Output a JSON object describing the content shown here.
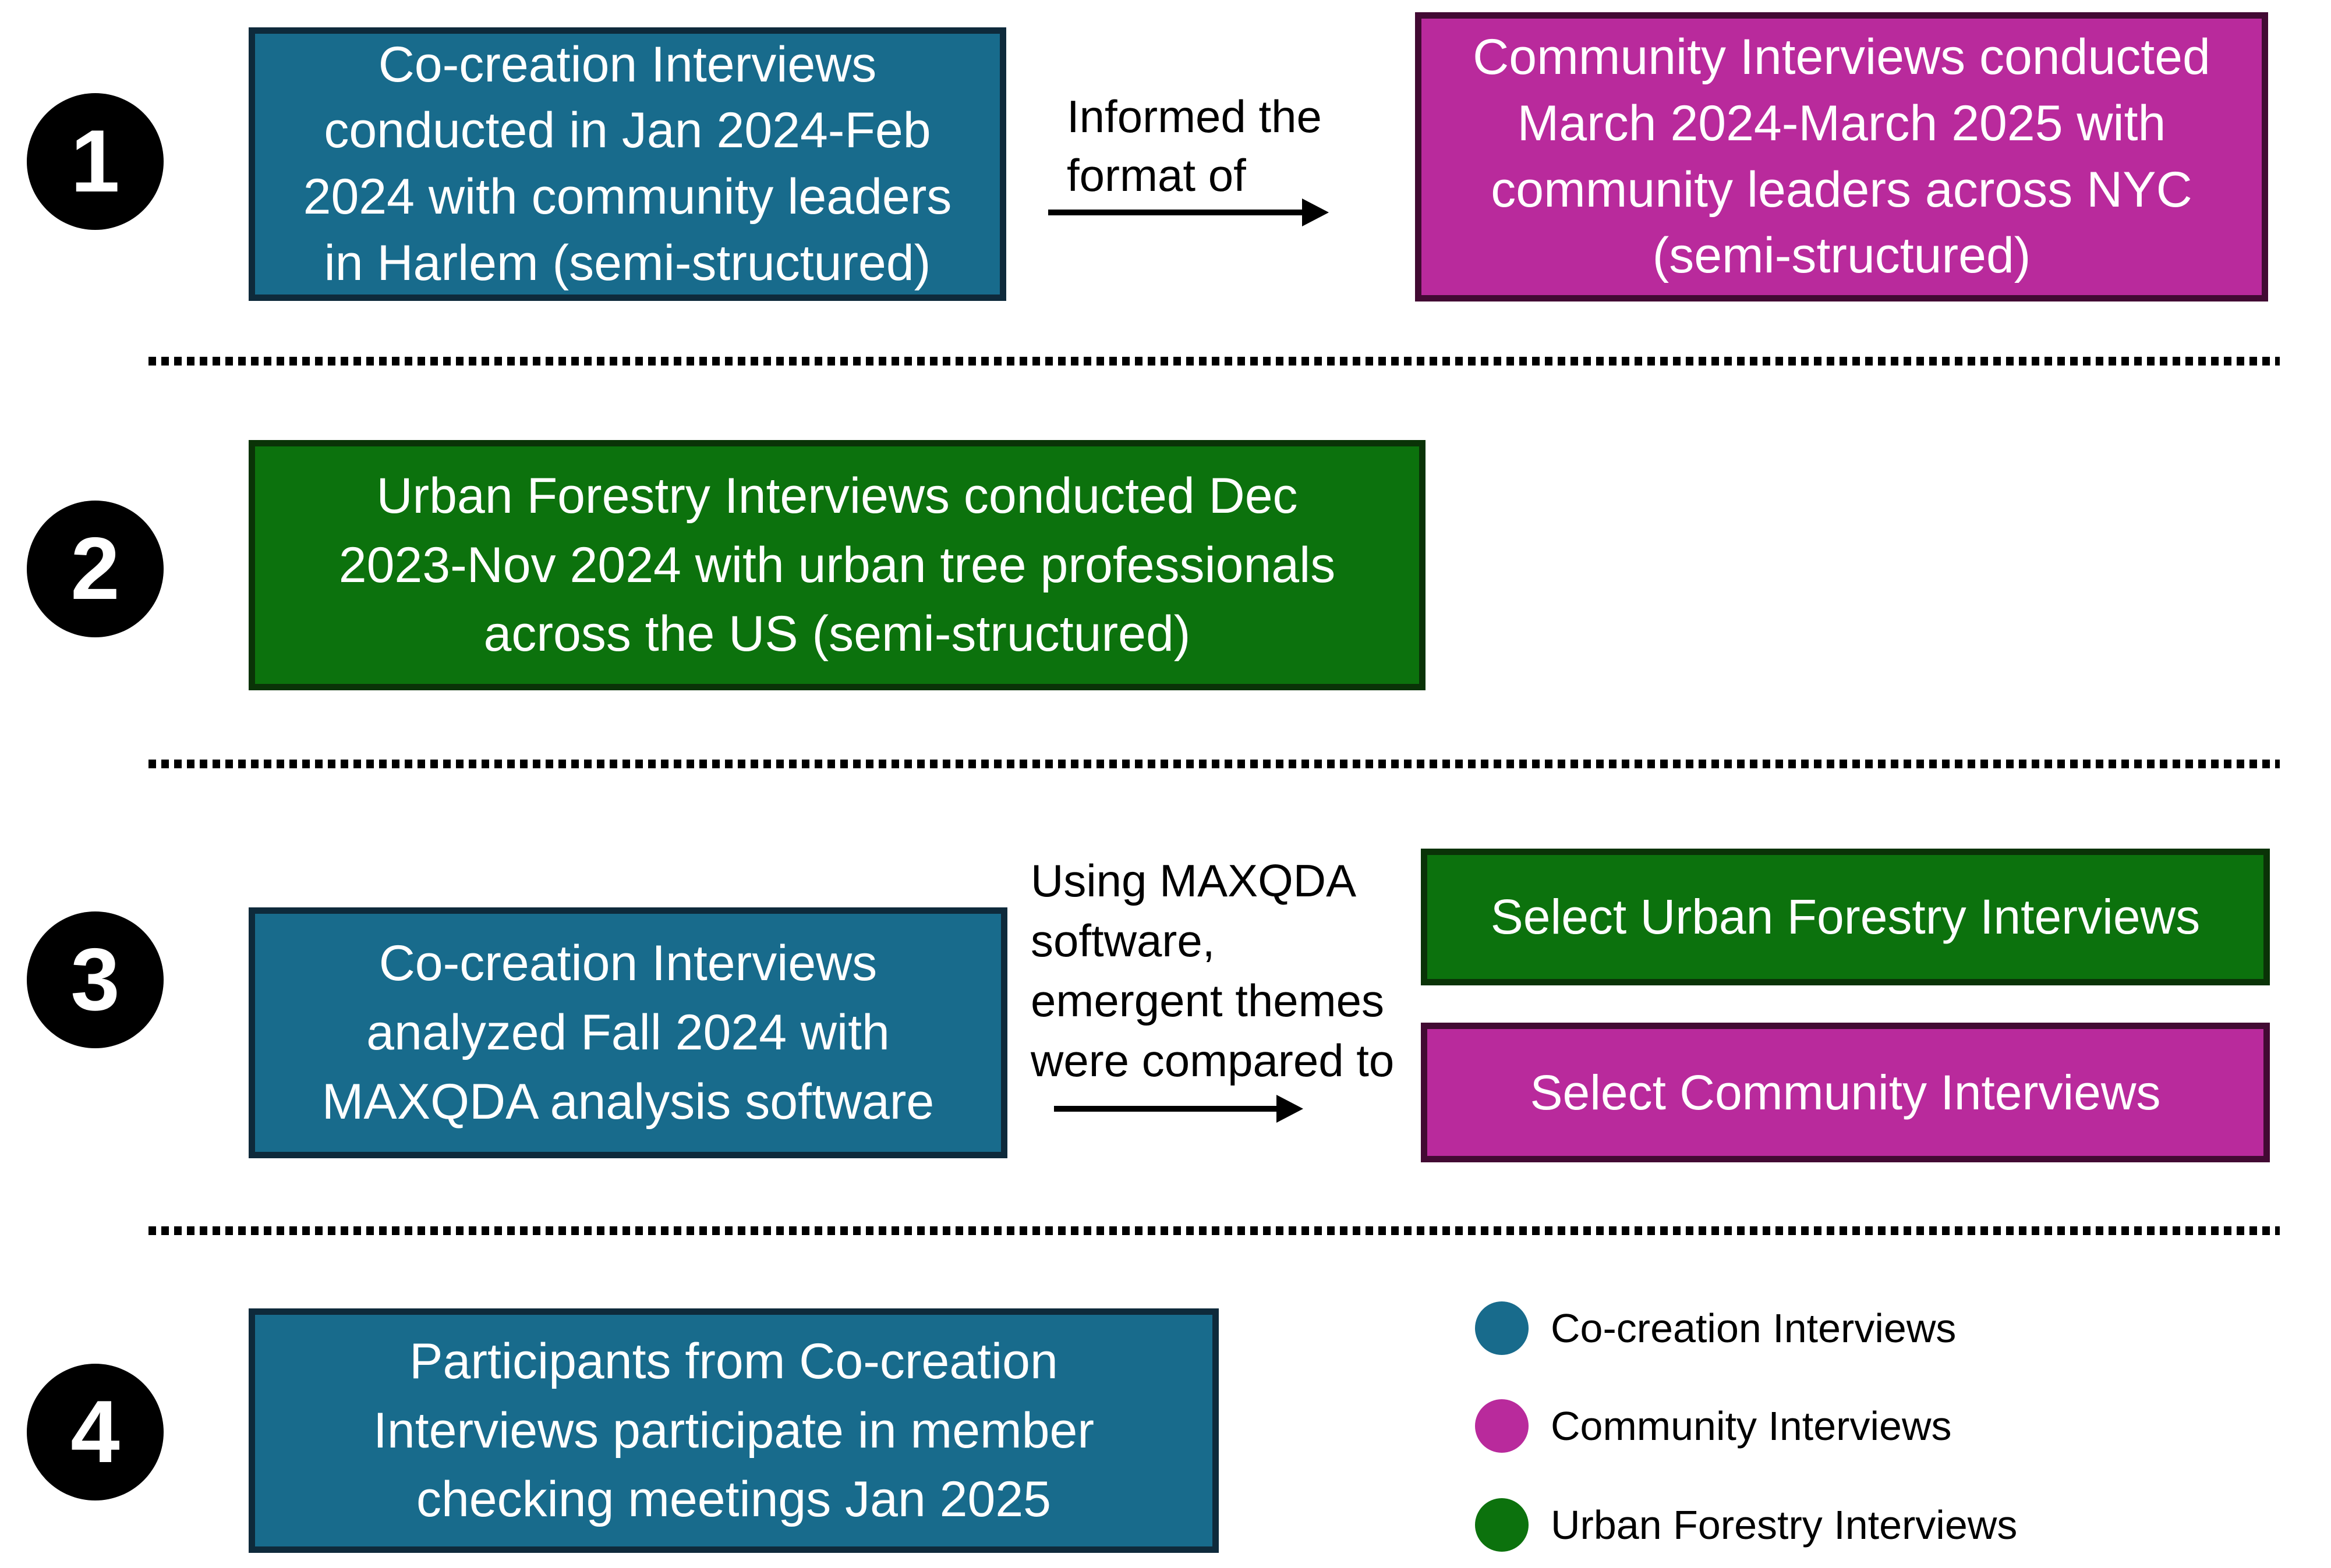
{
  "colors": {
    "cocreation_blue": "#186b8c",
    "cocreation_blue_border": "#0e2a3b",
    "community_magenta": "#b92a9c",
    "community_magenta_border": "#420a33",
    "urban_forestry_green": "#0c720d",
    "urban_forestry_green_border": "#0a3307",
    "badge_black": "#000000"
  },
  "steps": {
    "step1": {
      "number": "1",
      "cocreation_box": [
        "Co-creation Interviews",
        "conducted in Jan 2024-Feb",
        "2024 with community leaders",
        "in Harlem (semi-structured)"
      ],
      "arrow_label": [
        "Informed the",
        "format of"
      ],
      "community_box": [
        "Community Interviews conducted",
        "March 2024-March 2025 with",
        "community leaders across NYC",
        "(semi-structured)"
      ]
    },
    "step2": {
      "number": "2",
      "urban_forestry_box": [
        "Urban Forestry Interviews conducted Dec",
        "2023-Nov 2024 with urban tree professionals",
        "across the US (semi-structured)"
      ]
    },
    "step3": {
      "number": "3",
      "cocreation_analysis_box": [
        "Co-creation Interviews",
        "analyzed Fall 2024 with",
        "MAXQDA analysis software"
      ],
      "arrow_label": [
        "Using MAXQDA",
        "software,",
        "emergent themes",
        "were compared to"
      ],
      "select_urban_forestry_box": "Select Urban Forestry Interviews",
      "select_community_box": "Select Community Interviews"
    },
    "step4": {
      "number": "4",
      "member_checking_box": [
        "Participants from Co-creation",
        "Interviews participate in member",
        "checking meetings Jan 2025"
      ]
    }
  },
  "legend": {
    "items": [
      {
        "label": "Co-creation Interviews",
        "color": "#186b8c"
      },
      {
        "label": "Community Interviews",
        "color": "#b92a9c"
      },
      {
        "label": "Urban Forestry Interviews",
        "color": "#0c720d"
      }
    ]
  }
}
